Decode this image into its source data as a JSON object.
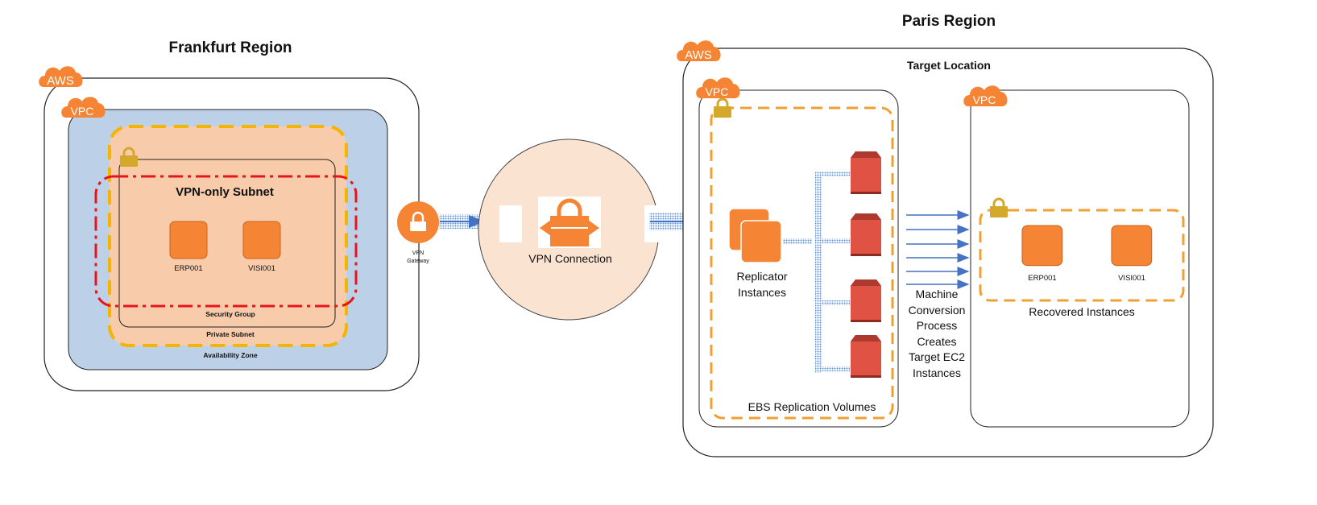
{
  "frankfurt": {
    "title": "Frankfurt Region",
    "aws_label": "AWS",
    "vpc_label": "VPC",
    "subnet_title": "VPN-only Subnet",
    "instances": [
      "ERP001",
      "VISI001"
    ],
    "security_group": "Security Group",
    "private_subnet": "Private Subnet",
    "availability_zone": "Availability Zone"
  },
  "vpn": {
    "gateway_label_1": "VPN",
    "gateway_label_2": "Gateway",
    "connection_label": "VPN Connection"
  },
  "paris": {
    "title": "Paris Region",
    "aws_label": "AWS",
    "target_location": "Target Location",
    "vpc_left_label": "VPC",
    "vpc_right_label": "VPC",
    "replicator_1": "Replicator",
    "replicator_2": "Instances",
    "ebs_label": "EBS Replication Volumes",
    "process_lines": [
      "Machine",
      "Conversion",
      "Process",
      "Creates",
      "Target EC2",
      "Instances"
    ],
    "recovered_instances": [
      "ERP001",
      "VISI001"
    ],
    "recovered_label": "Recovered Instances"
  },
  "colors": {
    "aws_orange": "#f58534",
    "vpc_blue": "#bcd0e8",
    "subnet_peach": "#f8cbaa",
    "dash_yellow": "#f5b400",
    "dash_red": "#e8141b",
    "ebs_red": "#e05243",
    "lock_gold": "#d4a82a",
    "arrow_blue": "#4472c4"
  }
}
